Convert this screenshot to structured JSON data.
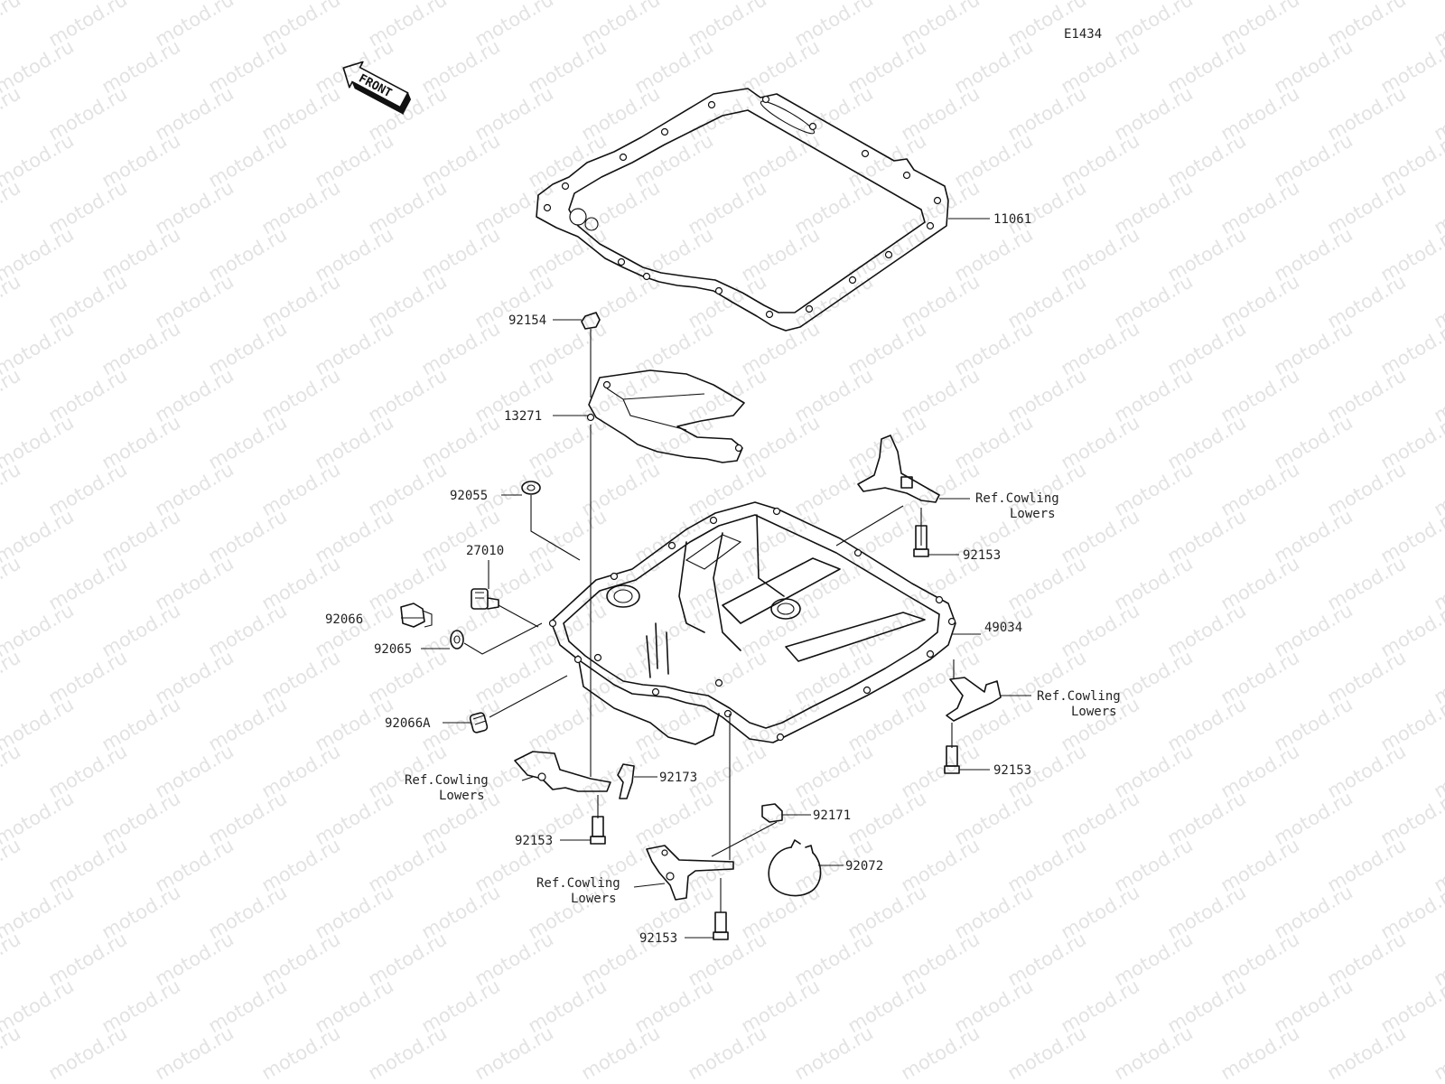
{
  "diagram_id": "E1434",
  "watermark": "motod.ru",
  "front_arrow_label": "FRONT",
  "parts": {
    "p11061": "11061",
    "p92154": "92154",
    "p13271": "13271",
    "p92055": "92055",
    "p27010": "27010",
    "p92066": "92066",
    "p92065": "92065",
    "p92066A": "92066A",
    "p49034": "49034",
    "p92153_a": "92153",
    "p92153_b": "92153",
    "p92153_c": "92153",
    "p92153_d": "92153",
    "p92173": "92173",
    "p92171": "92171",
    "p92072": "92072"
  },
  "ref_notes": {
    "ref1_line1": "Ref.Cowling",
    "ref1_line2": "Lowers",
    "ref2_line1": "Ref.Cowling",
    "ref2_line2": "Lowers",
    "ref3_line1": "Ref.Cowling",
    "ref3_line2": "Lowers",
    "ref4_line1": "Ref.Cowling",
    "ref4_line2": "Lowers"
  }
}
